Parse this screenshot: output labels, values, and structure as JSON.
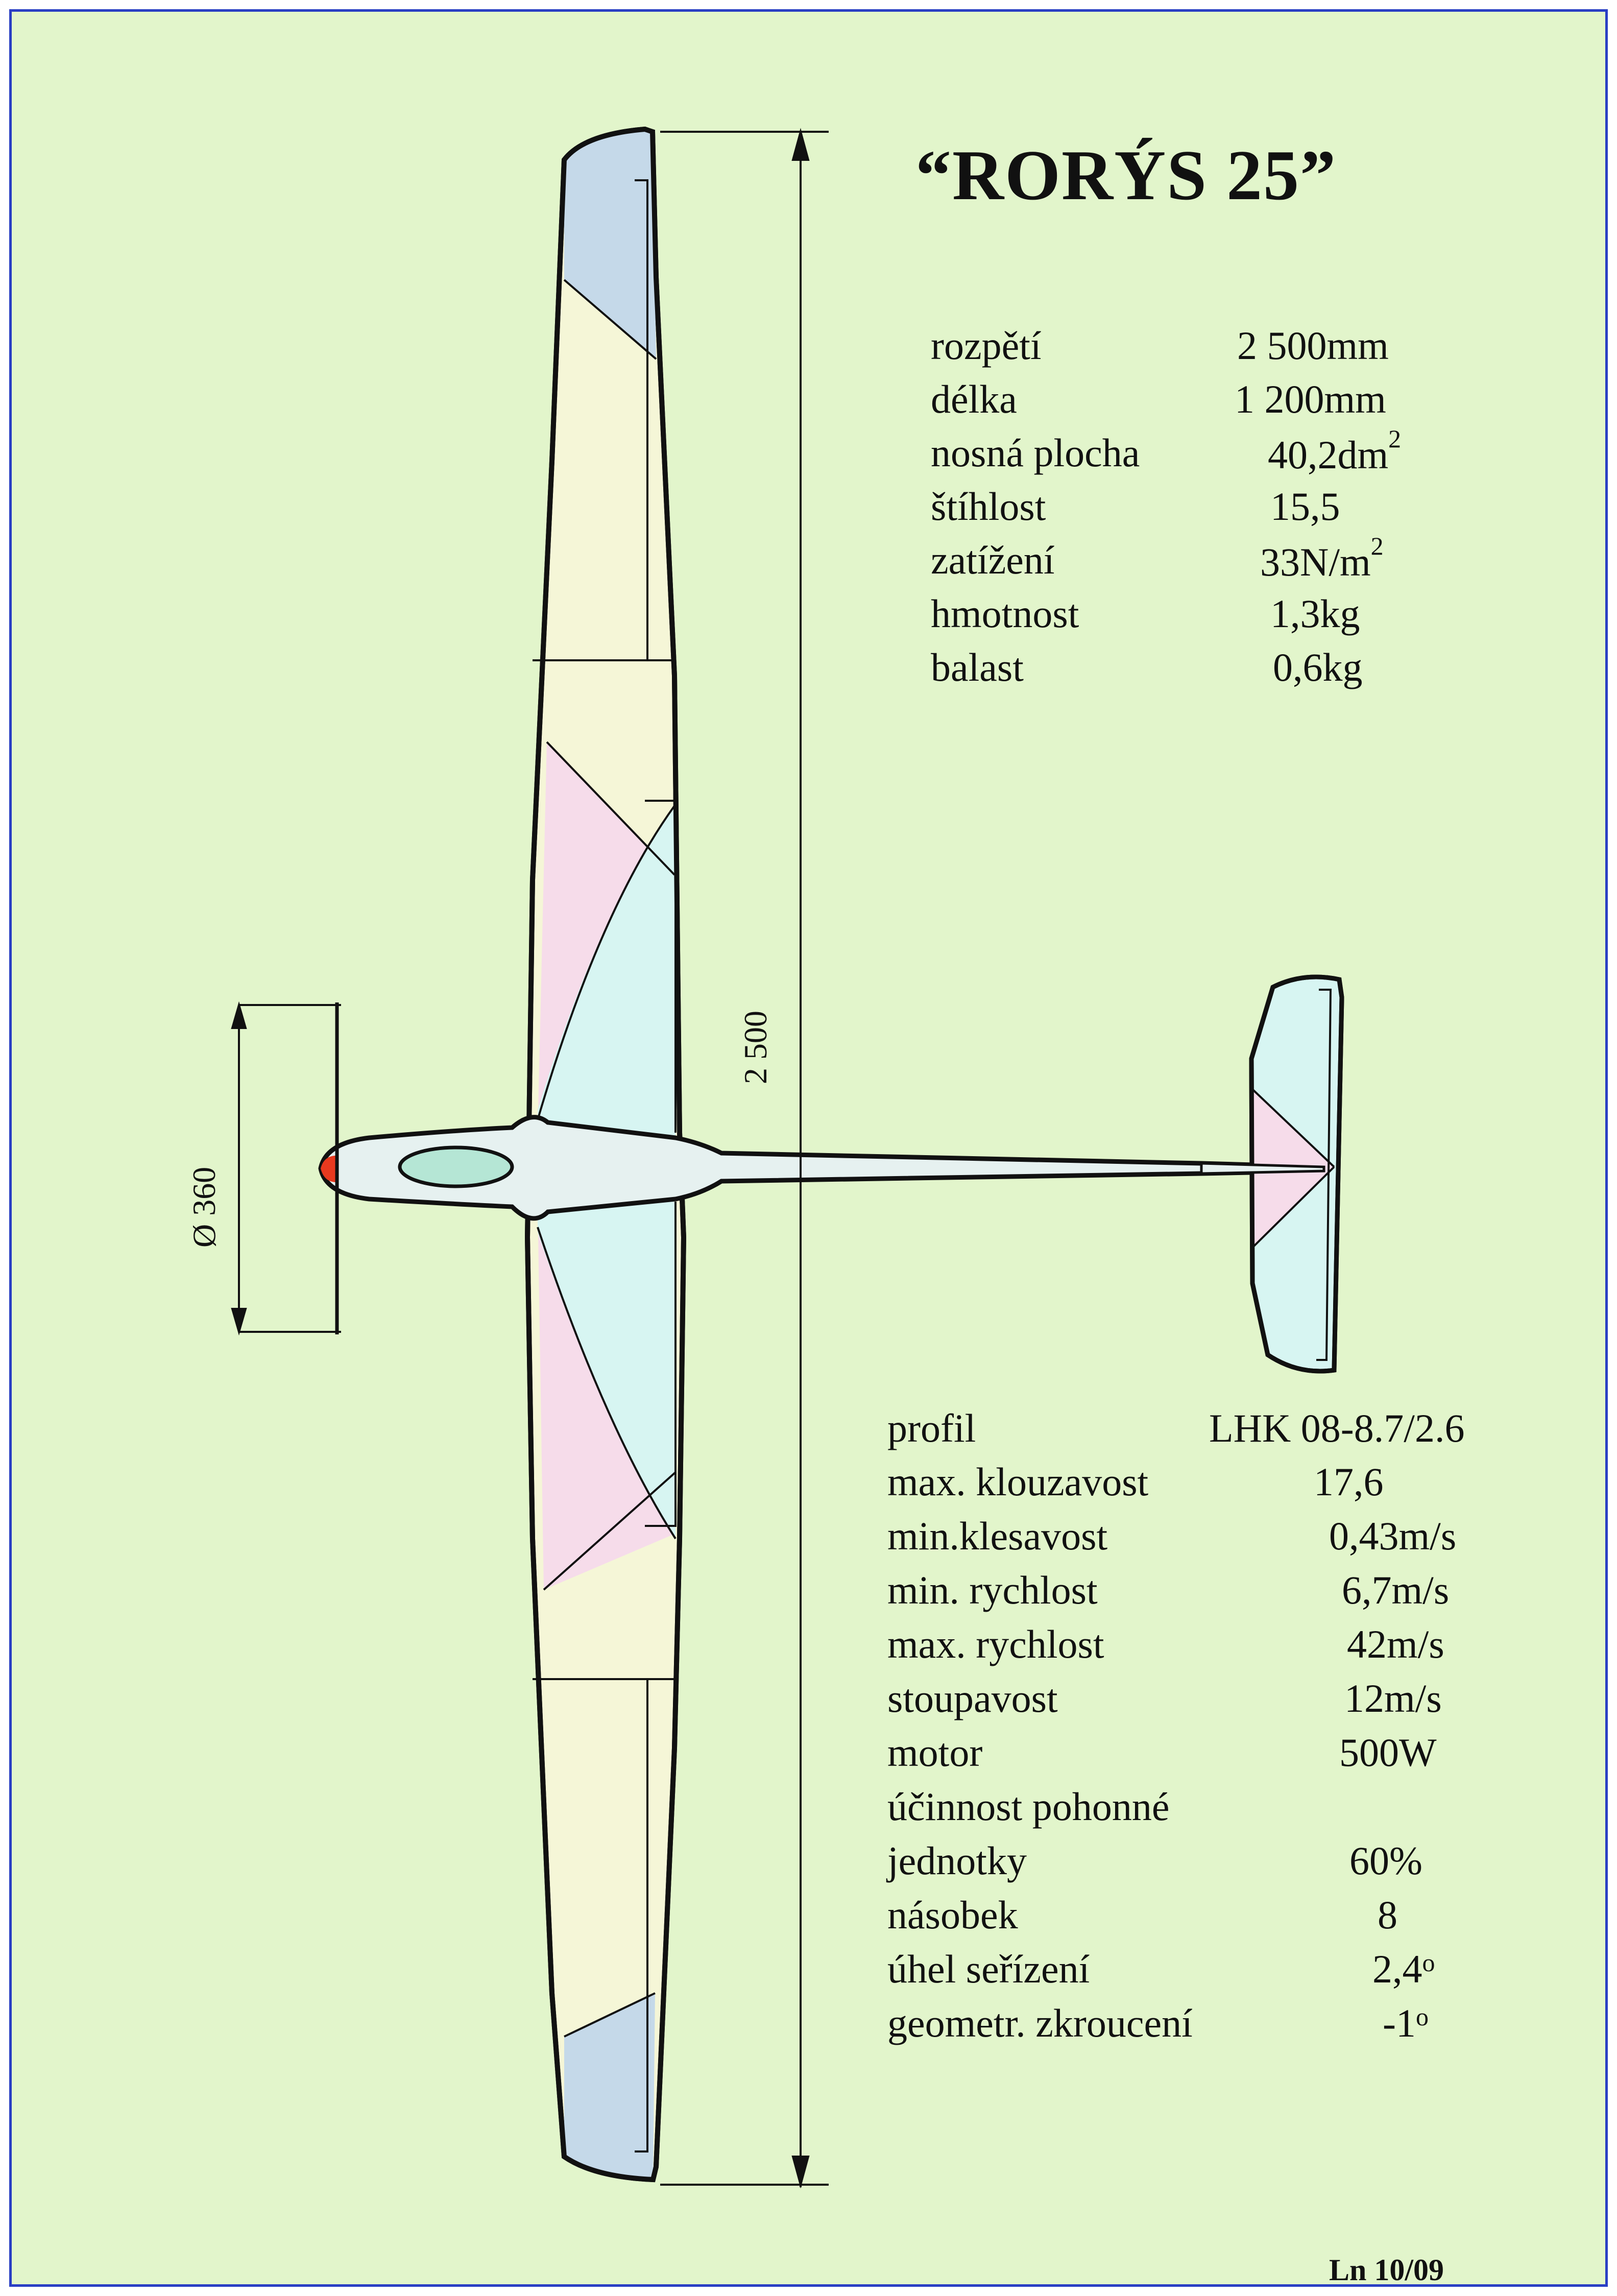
{
  "title": "“RORÝS   25”",
  "specs_top": [
    {
      "label": "rozpětí",
      "value": "2 500mm"
    },
    {
      "label": "délka",
      "value": "1 200mm"
    },
    {
      "label": "nosná plocha",
      "value": "40,2dm",
      "sup": "2"
    },
    {
      "label": "štíhlost",
      "value": "15,5"
    },
    {
      "label": "zatížení",
      "value": "33N/m",
      "sup": "2"
    },
    {
      "label": "hmotnost",
      "value": "1,3kg"
    },
    {
      "label": "balast",
      "value": "0,6kg"
    }
  ],
  "specs_bottom": [
    {
      "label": "profil",
      "value": "LHK 08-8.7/2.6"
    },
    {
      "label": "max. klouzavost",
      "value": "17,6"
    },
    {
      "label": "min.klesavost",
      "value": "0,43m/s"
    },
    {
      "label": "min. rychlost",
      "value": "6,7m/s"
    },
    {
      "label": "max. rychlost",
      "value": "42m/s"
    },
    {
      "label": "stoupavost",
      "value": "12m/s"
    },
    {
      "label": "motor",
      "value": "500W"
    },
    {
      "label": "účinnost pohonné",
      "value": ""
    },
    {
      "label": "jednotky",
      "value": "60%"
    },
    {
      "label": "násobek",
      "value": "8"
    },
    {
      "label": "úhel seřízení",
      "value": "2,4",
      "sup": "o"
    },
    {
      "label": "geometr. zkroucení",
      "value": "-1",
      "sup": "o"
    }
  ],
  "dimension_span": "2 500",
  "dimension_prop": "Ø 360",
  "signature": "Ln 10/09",
  "colors": {
    "background": "#e2f5cb",
    "border": "#2a3fc4",
    "wing_tip": "#c5d9e9",
    "wing_outer": "#f5f6d7",
    "wing_inner_pink": "#f6dcea",
    "wing_cyan": "#d7f5f2",
    "spinner": "#e8391f",
    "canopy": "#b5e6d5"
  }
}
